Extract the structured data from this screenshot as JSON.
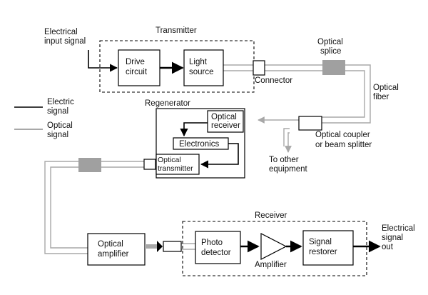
{
  "labels": {
    "electrical_input": [
      "Electrical",
      "input signal"
    ],
    "transmitter": "Transmitter",
    "drive_circuit": [
      "Drive",
      "circuit"
    ],
    "light_source": [
      "Light",
      "source"
    ],
    "connector": "Connector",
    "optical_splice": [
      "Optical",
      "splice"
    ],
    "optical_fiber": [
      "Optical",
      "fiber"
    ],
    "legend_electric": [
      "Electric",
      "signal"
    ],
    "legend_optical": [
      "Optical",
      "signal"
    ],
    "regenerator": "Regenerator",
    "optical_receiver": [
      "Optical",
      "receiver"
    ],
    "electronics": "Electronics",
    "optical_transmitter": [
      "Optical",
      "transmitter"
    ],
    "optical_coupler": [
      "Optical coupler",
      "or beam splitter"
    ],
    "to_other_equipment": [
      "To other",
      "equipment"
    ],
    "receiver": "Receiver",
    "optical_amplifier": [
      "Optical",
      "amplifier"
    ],
    "photo_detector": [
      "Photo",
      "detector"
    ],
    "amplifier": "Amplifier",
    "signal_restorer": [
      "Signal",
      "restorer"
    ],
    "electrical_out": [
      "Electrical",
      "signal",
      "out"
    ]
  },
  "colors": {
    "electric_signal": "#000000",
    "optical_signal": "#a8a8a8",
    "splice": "#a0a0a0"
  }
}
